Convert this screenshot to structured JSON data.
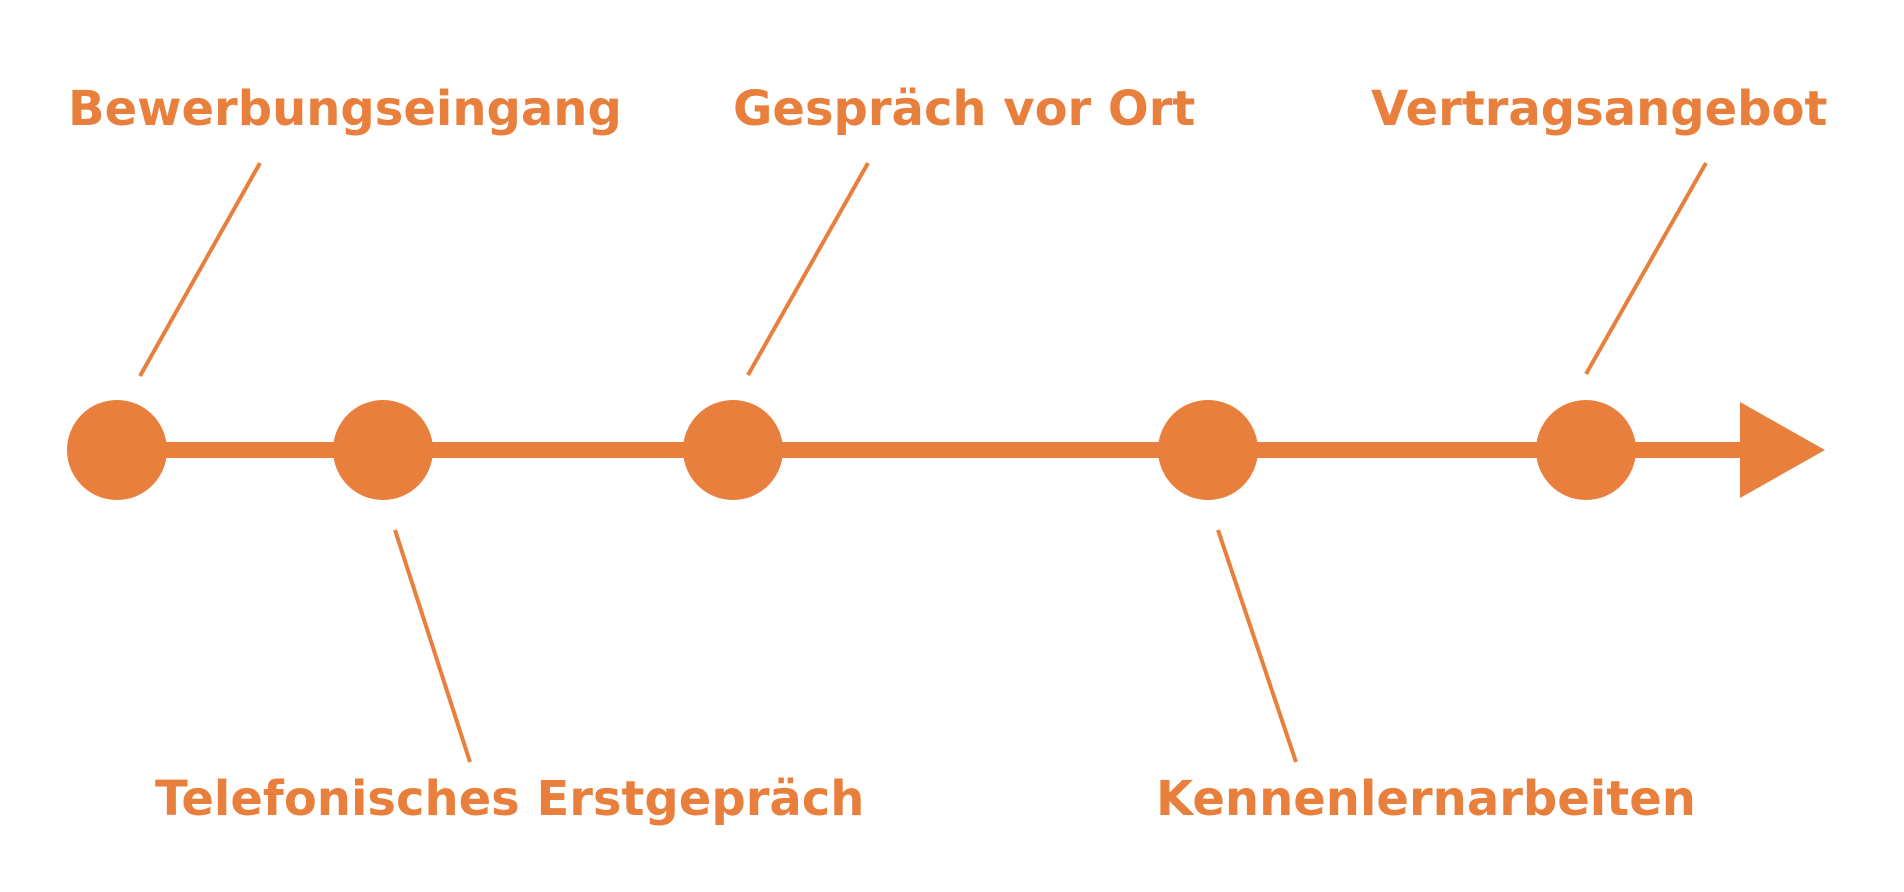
{
  "colors": {
    "accent": "#E97F3C",
    "background": "#FFFFFF"
  },
  "steps": [
    {
      "label": "Bewerbungseingang",
      "side": "above"
    },
    {
      "label": "Telefonisches Erstgepräch",
      "side": "below"
    },
    {
      "label": "Gespräch vor Ort",
      "side": "above"
    },
    {
      "label": "Kennenlernarbeiten",
      "side": "below"
    },
    {
      "label": "Vertragsangebot",
      "side": "above"
    }
  ]
}
